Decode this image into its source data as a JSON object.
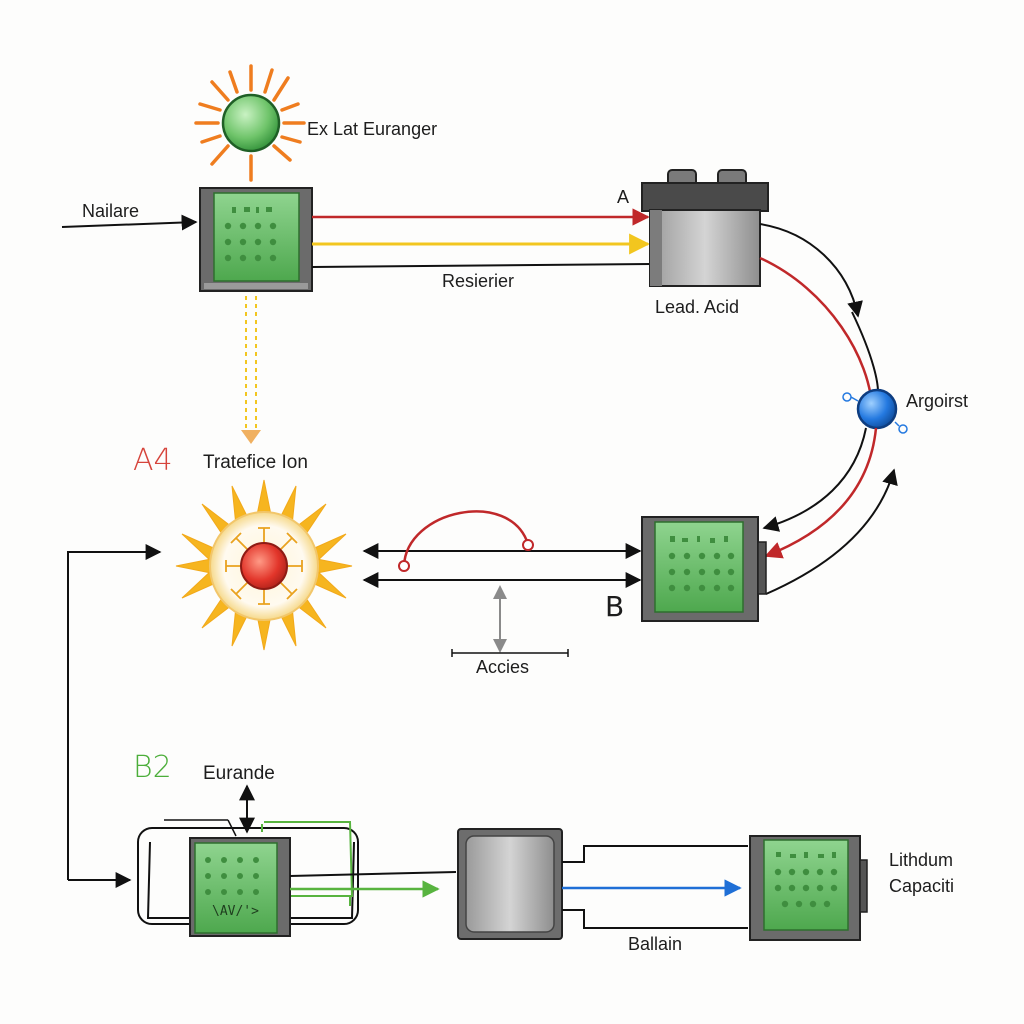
{
  "labels": {
    "sun_label": "Ex Lat Euranger",
    "input_label": "Nailare",
    "wire_label": "Resierier",
    "terminal_label": "A",
    "battery_label": "Lead. Acid",
    "node_label": "Argoirst",
    "section_a": "A4",
    "ion_label": "Tratefice Ion",
    "cell_b_label": "B",
    "axis_label": "Accies",
    "section_b": "B2",
    "cell_b2_label": "Eurande",
    "cell_b2_text": "\\AV/'>",
    "bottom_wire_label": "Ballain",
    "cap_line1": "Lithdum",
    "cap_line2": "Capaciti"
  },
  "colors": {
    "cell_green": "#5fb55f",
    "wire_red": "#c0282a",
    "wire_yellow": "#f2c61f",
    "wire_green": "#58b43f",
    "wire_blue": "#1f6fd6",
    "sun_orange": "#ef7d1f",
    "node_blue": "#2479e0",
    "section_a_color": "#d6443b",
    "section_b_color": "#4cae3a"
  }
}
